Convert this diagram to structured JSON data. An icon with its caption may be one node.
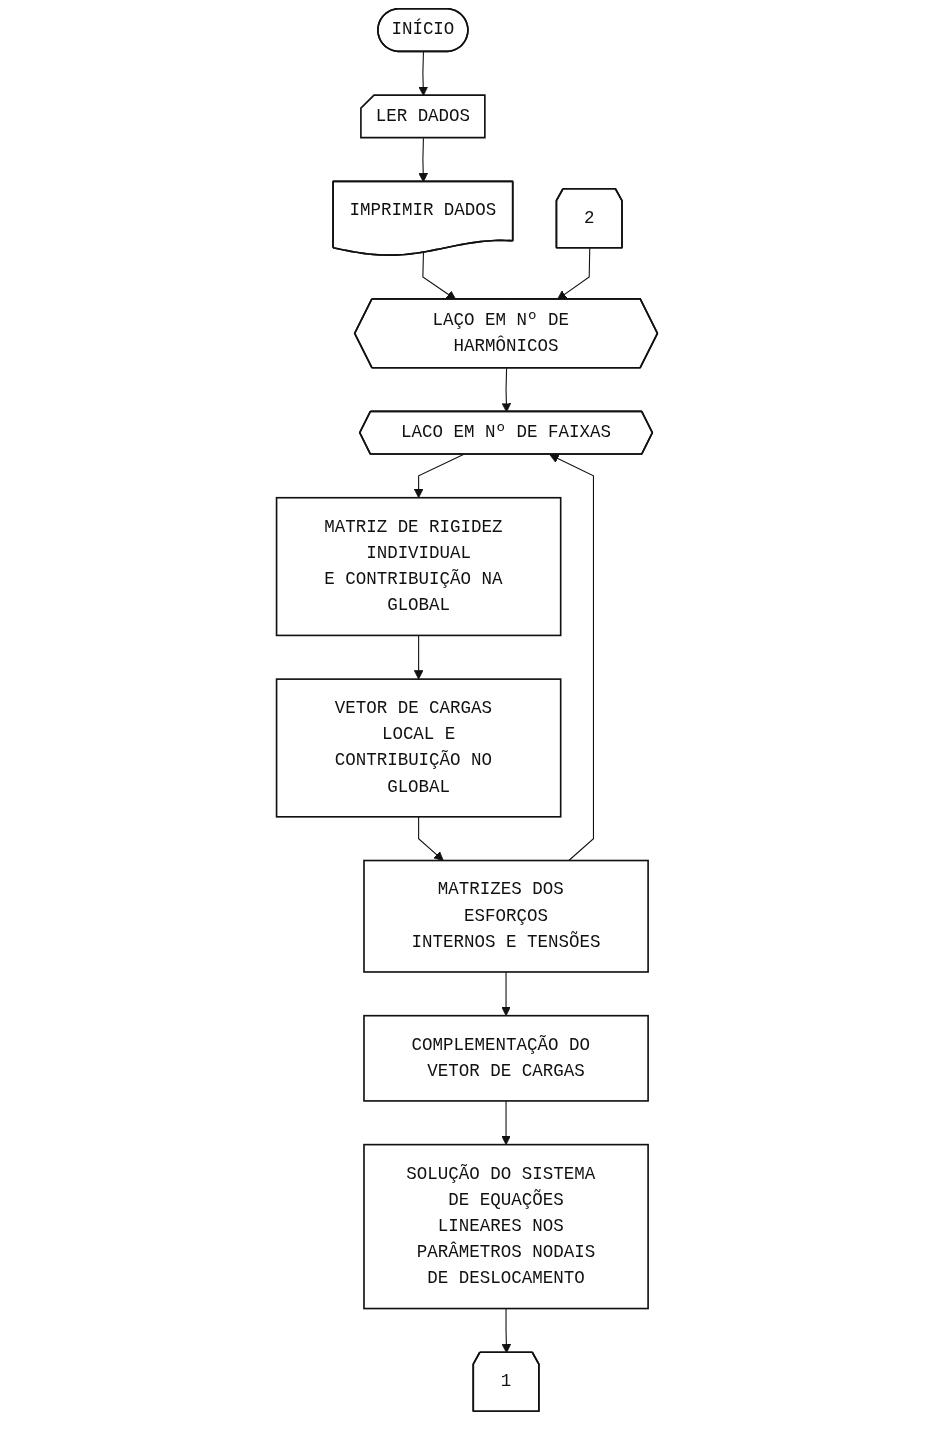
{
  "diagram": {
    "nodes": [
      {
        "text": [
          "INÍCIO"
        ]
      },
      {
        "text": [
          "LER DADOS"
        ]
      },
      {
        "text": [
          "IMPRIMIR DADOS"
        ]
      },
      {
        "text": [
          "LAÇO EM Nº DE HARMÔNICOS"
        ]
      },
      {
        "text": [
          "LACO EM Nº DE FAIXAS"
        ]
      },
      {
        "text": [
          "MATRIZ DE RIGIDEZ INDIVIDUAL E CONTRIBUIÇÃO NA GLOBAL"
        ]
      },
      {
        "text": [
          "VETOR DE CARGAS LOCAL E CONTRIBUIÇÃO NO GLOBAL"
        ]
      },
      {
        "text": [
          "MATRIZES DOS ESFORÇOS INTERNOS E TENSÕES"
        ]
      },
      {
        "text": [
          "COMPLEMENTAÇÃO DO VETOR DE CARGAS"
        ]
      },
      {
        "text": [
          "SOLUÇÃO DO SISTEMA DE EQUAÇÕES LINEARES NOS PARÂMETROS NODAIS DE DESLOCAMENTO"
        ]
      },
      {
        "text": [
          "1"
        ]
      },
      {
        "text": [
          "2"
        ]
      }
    ],
    "edges": [
      {
        "from": 0,
        "to": 1,
        "arrow": "to"
      },
      {
        "from": 1,
        "to": 2,
        "arrow": "to"
      },
      {
        "from": 2,
        "to": 3,
        "arrow": "to"
      },
      {
        "from": 3,
        "to": 4,
        "arrow": "to"
      },
      {
        "from": 4,
        "to": 5,
        "arrow": "to"
      },
      {
        "from": 5,
        "to": 6,
        "arrow": "to"
      },
      {
        "from": 6,
        "to": 7,
        "arrow": "to"
      },
      {
        "from": 7,
        "to": 4,
        "arrow": "to"
      },
      {
        "from": 7,
        "to": 8,
        "arrow": "to"
      },
      {
        "from": 8,
        "to": 9,
        "arrow": "to"
      },
      {
        "from": 9,
        "to": 10,
        "arrow": "to"
      },
      {
        "from": 11,
        "to": 3,
        "arrow": "to"
      }
    ]
  }
}
